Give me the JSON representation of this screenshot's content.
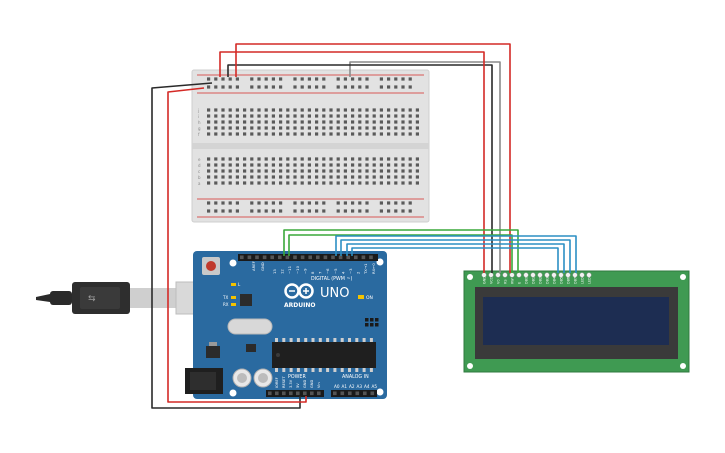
{
  "arduino": {
    "logo_text": "ARDUINO",
    "model": "UNO",
    "header_digital": "DIGITAL (PWM ~)",
    "header_power": "POWER",
    "header_analog": "ANALOG IN",
    "on_label": "ON",
    "tx_label": "TX",
    "rx_label": "RX",
    "l_label": "L",
    "aref_label": "AREF",
    "gnd_label": "GND",
    "digital_pins": [
      "13",
      "12",
      "~11",
      "~10",
      "~9",
      "8",
      "7",
      "~6",
      "~5",
      "4",
      "~3",
      "2",
      "TX→1",
      "RX←0"
    ],
    "power_pins": [
      "IOREF",
      "RESET",
      "3.3V",
      "5V",
      "GND",
      "GND",
      "Vin"
    ],
    "analog_pins": [
      "A0",
      "A1",
      "A2",
      "A3",
      "A4",
      "A5"
    ]
  },
  "lcd": {
    "pins": [
      "GND",
      "VCC",
      "V0",
      "RS",
      "RW",
      "E",
      "DB0",
      "DB1",
      "DB2",
      "DB3",
      "DB4",
      "DB5",
      "DB6",
      "DB7",
      "LED",
      "LED"
    ]
  },
  "breadboard": {
    "row_letters_top": [
      "j",
      "i",
      "h",
      "g",
      "f"
    ],
    "row_letters_bottom": [
      "e",
      "d",
      "c",
      "b",
      "a"
    ]
  },
  "colors": {
    "wire_red": "#d42a26",
    "wire_black": "#2a2a2a",
    "wire_gray": "#8a8a8a",
    "wire_green": "#3aa83a",
    "wire_blue": "#2c8fc4",
    "arduino_blue": "#2a6aa0",
    "lcd_green": "#3f9a52",
    "lcd_screen": "#1d2d52"
  }
}
